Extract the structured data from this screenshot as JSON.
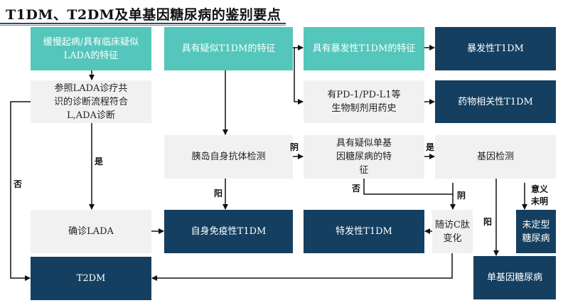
{
  "title": "T1DM、T2DM及单基因糖尿病的鉴别要点",
  "colors": {
    "teal": "#55c6bb",
    "light": "#f1f1f1",
    "dark": "#143f60"
  },
  "nodes": {
    "lada_features": "缓慢起病/具有临床疑似LADA的特征",
    "t1dm_features": "具有疑似T1DM的特征",
    "fulminant_features": "具有暴发性T1DM的特征",
    "fulminant_t1dm": "暴发性T1DM",
    "lada_consensus": "参照LADA诊疗共识的诊断流程符合L,ADA诊断",
    "pd1_history": "有PD-1/PD-L1等生物制剂用药史",
    "drug_t1dm": "药物相关性T1DM",
    "islet_antibody": "胰岛自身抗体检测",
    "monogenic_features": "具有疑似单基因糖尿病的特征",
    "gene_test": "基因检测",
    "confirm_lada": "确诊LADA",
    "autoimmune_t1dm": "自身免疫性T1DM",
    "idiopathic_t1dm": "特发性T1DM",
    "cpeptide_followup": "随访C肽变化",
    "undetermined": "未定型糖尿病",
    "t2dm": "T2DM",
    "monogenic_dm": "单基因糖尿病"
  },
  "edge_labels": {
    "yes_lada": "是",
    "no_lada": "否",
    "negative_antibody": "阴",
    "positive_antibody": "阳",
    "yes_monogenic": "是",
    "no_monogenic": "否",
    "negative_gene": "阴",
    "positive_gene": "阳",
    "uncertain_gene": "意义未明"
  }
}
